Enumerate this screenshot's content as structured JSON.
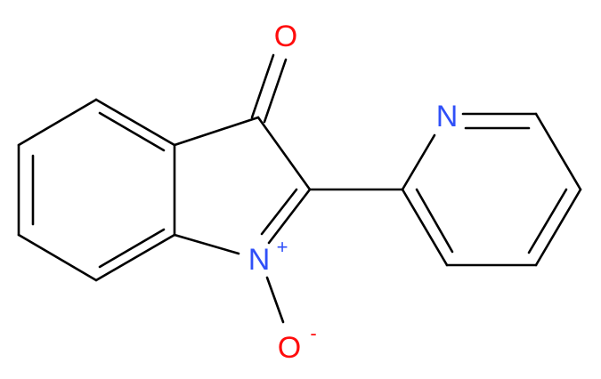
{
  "molecule": {
    "atoms": {
      "carbonyl_oxygen": {
        "symbol": "O",
        "color": "#ff0d0d"
      },
      "pyridine_nitrogen": {
        "symbol": "N",
        "color": "#3050f8"
      },
      "indole_nitrogen": {
        "symbol": "N",
        "color": "#3050f8",
        "charge": "+"
      },
      "oxide_oxygen": {
        "symbol": "O",
        "color": "#ff0d0d",
        "charge": "-"
      }
    },
    "bond_color": "#000000"
  }
}
